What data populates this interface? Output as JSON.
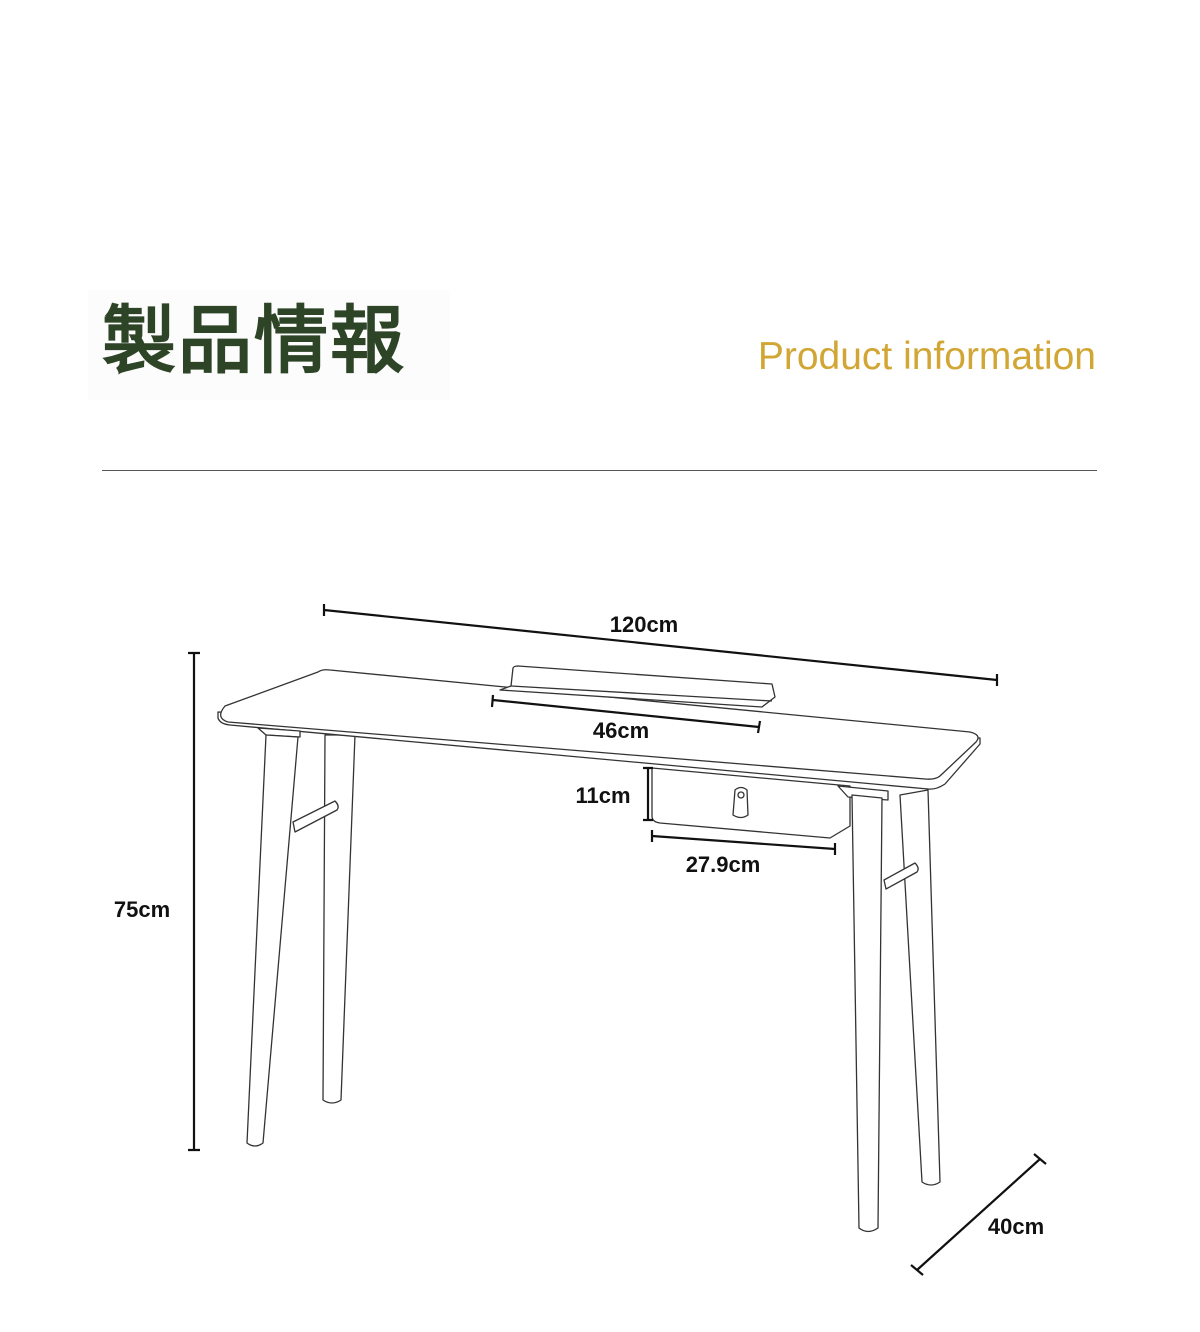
{
  "header": {
    "title_jp": "製品情報",
    "title_en": "Product information"
  },
  "dimensions": {
    "width": "120cm",
    "shelf_width": "46cm",
    "drawer_height": "11cm",
    "drawer_width": "27.9cm",
    "height": "75cm",
    "depth": "40cm"
  },
  "colors": {
    "title_jp": "#2d4426",
    "title_en": "#d2a634"
  }
}
